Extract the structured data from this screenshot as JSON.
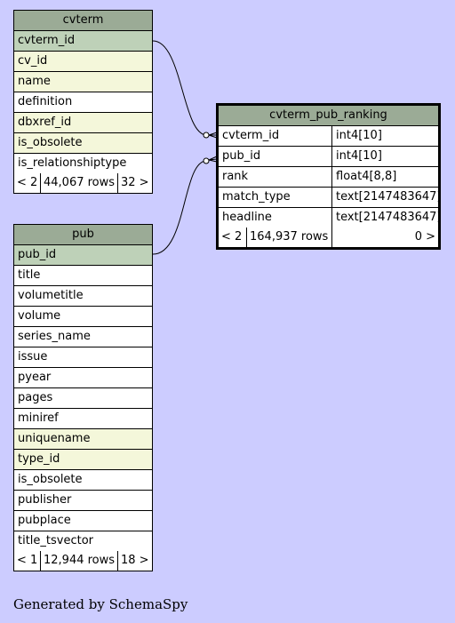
{
  "tables": {
    "cvterm": {
      "name": "cvterm",
      "columns": [
        {
          "name": "cvterm_id",
          "kind": "pk"
        },
        {
          "name": "cv_id",
          "kind": "fk"
        },
        {
          "name": "name",
          "kind": "fk"
        },
        {
          "name": "definition",
          "kind": "plain"
        },
        {
          "name": "dbxref_id",
          "kind": "fk"
        },
        {
          "name": "is_obsolete",
          "kind": "fk"
        },
        {
          "name": "is_relationshiptype",
          "kind": "plain"
        }
      ],
      "footer": {
        "parents": "< 2",
        "rows": "44,067 rows",
        "children": "32 >"
      }
    },
    "pub": {
      "name": "pub",
      "columns": [
        {
          "name": "pub_id",
          "kind": "pk"
        },
        {
          "name": "title",
          "kind": "plain"
        },
        {
          "name": "volumetitle",
          "kind": "plain"
        },
        {
          "name": "volume",
          "kind": "plain"
        },
        {
          "name": "series_name",
          "kind": "plain"
        },
        {
          "name": "issue",
          "kind": "plain"
        },
        {
          "name": "pyear",
          "kind": "plain"
        },
        {
          "name": "pages",
          "kind": "plain"
        },
        {
          "name": "miniref",
          "kind": "plain"
        },
        {
          "name": "uniquename",
          "kind": "fk"
        },
        {
          "name": "type_id",
          "kind": "fk"
        },
        {
          "name": "is_obsolete",
          "kind": "plain"
        },
        {
          "name": "publisher",
          "kind": "plain"
        },
        {
          "name": "pubplace",
          "kind": "plain"
        },
        {
          "name": "title_tsvector",
          "kind": "plain"
        }
      ],
      "footer": {
        "parents": "< 1",
        "rows": "12,944 rows",
        "children": "18 >"
      }
    },
    "cvterm_pub_ranking": {
      "name": "cvterm_pub_ranking",
      "columns": [
        {
          "name": "cvterm_id",
          "type": "int4[10]"
        },
        {
          "name": "pub_id",
          "type": "int4[10]"
        },
        {
          "name": "rank",
          "type": "float4[8,8]"
        },
        {
          "name": "match_type",
          "type": "text[2147483647]"
        },
        {
          "name": "headline",
          "type": "text[2147483647]"
        }
      ],
      "footer": {
        "parents": "< 2",
        "rows": "164,937 rows",
        "children": "0 >"
      }
    }
  },
  "footer_text": "Generated by SchemaSpy"
}
